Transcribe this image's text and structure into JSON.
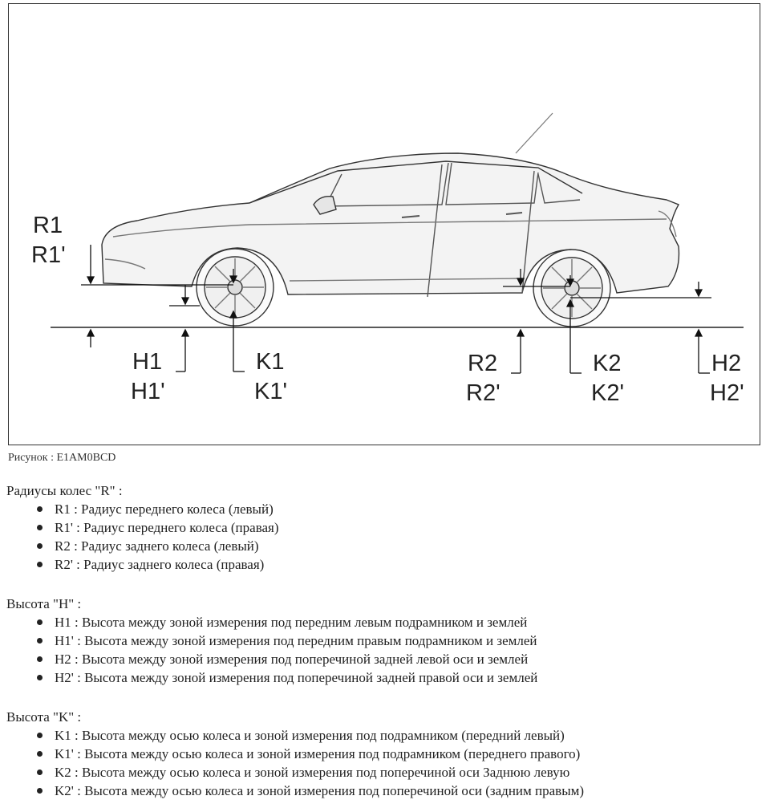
{
  "figure": {
    "labels": {
      "r1": "R1",
      "r1p": "R1'",
      "h1": "H1",
      "h1p": "H1'",
      "k1": "K1",
      "k1p": "K1'",
      "r2": "R2",
      "r2p": "R2'",
      "k2": "K2",
      "k2p": "K2'",
      "h2": "H2",
      "h2p": "H2'"
    },
    "caption": "Рисунок : E1AM0BCD"
  },
  "sections": [
    {
      "title": "Радиусы колес \"R\" :",
      "items": [
        "R1 : Радиус переднего колеса (левый)",
        "R1' : Радиус переднего колеса (правая)",
        "R2 : Радиус заднего колеса (левый)",
        "R2' : Радиус заднего колеса (правая)"
      ]
    },
    {
      "title": "Высота \"H\" :",
      "items": [
        "H1 : Высота между зоной измерения под передним левым подрамником и землей",
        "H1' : Высота между зоной измерения под передним правым подрамником и землей",
        "H2 : Высота между зоной измерения под поперечиной задней левой оси и землей",
        "H2' : Высота между зоной измерения под поперечиной задней правой оси и землей"
      ]
    },
    {
      "title": "Высота \"K\" :",
      "items": [
        "K1 : Высота между осью колеса и зоной измерения под подрамником (передний левый)",
        "K1' : Высота между осью колеса и зоной измерения под подрамником (переднего правого)",
        "K2 : Высота между осью колеса и зоной измерения под поперечиной оси Заднюю левую",
        "K2' : Высота между осью колеса и зоной измерения под поперечиной оси (задним правым)"
      ]
    }
  ]
}
